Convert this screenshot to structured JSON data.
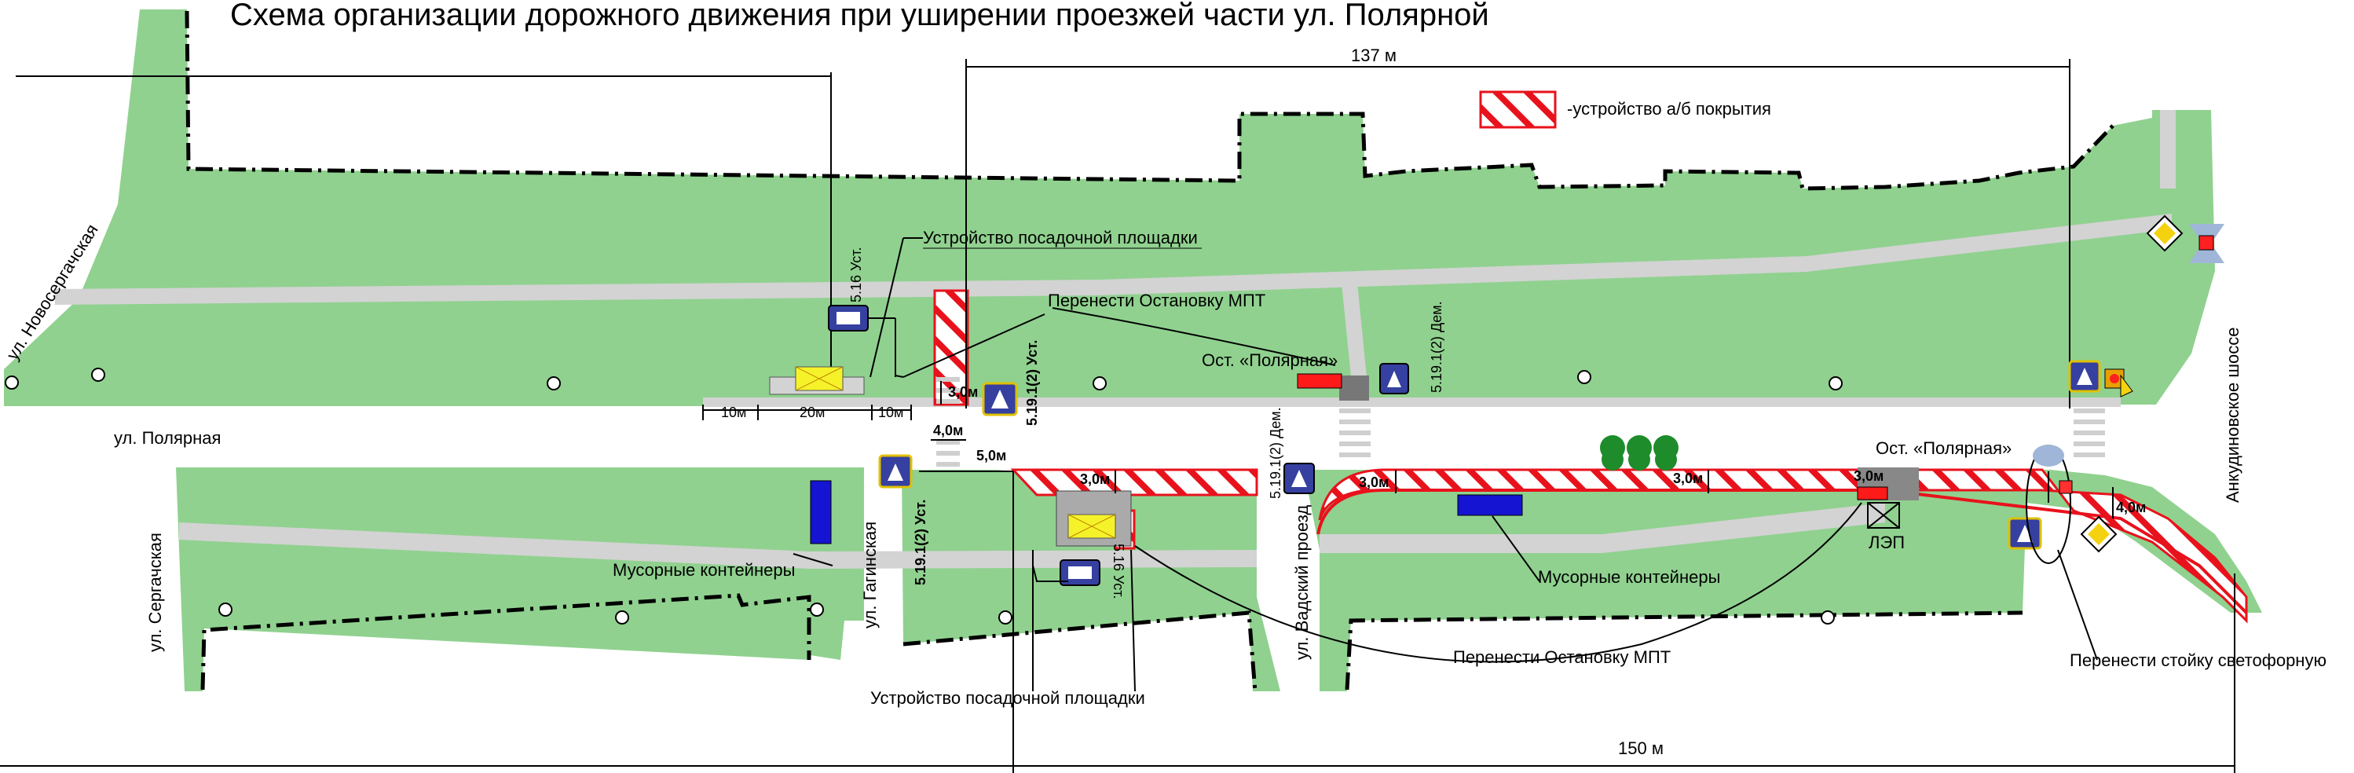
{
  "title": "Схема организации дорожного движения при уширении проезжей части ул. Полярной",
  "legend": {
    "text": "-устройство а/б покрытия",
    "hatch_color": "#e8121c"
  },
  "colors": {
    "green": "#90d18f",
    "road": "#ffffff",
    "path": "#d3d3d3",
    "hatch": "#e8121c",
    "container": "#1414d2",
    "sign_blue": "#3540a0"
  },
  "dimensions": {
    "top_span": "137 м",
    "bottom_span": "150 м",
    "stop_width_3m_a": "3,0м",
    "stop_width_4m_a": "4,0м",
    "gap_5m": "5,0м",
    "stop_width_3m_b": "3,0м",
    "stop_width_3m_c": "3,0м",
    "stop_width_3m_d": "3,0м",
    "stop_width_3m_e": "3,0м",
    "stop_width_4m_b": "4,0м",
    "seg_10m_left": "10м",
    "seg_20m": "20м",
    "seg_10m_right": "10м"
  },
  "streets": {
    "novosergachskaya": "ул. Новосергачская",
    "polyarnaya": "ул. Полярная",
    "sergachskaya": "ул. Сергачская",
    "gaginskaya": "ул. Гагинская",
    "vadsky": "ул. Вадский проезд",
    "ankudinovskoe": "Анкудиновское шоссе"
  },
  "sign_labels": {
    "s516_top": "5.16 Уст.",
    "s5191_top": "5.19.1(2) Уст.",
    "s5191_dem_top": "5.19.1(2) Дем.",
    "s5191_gag": "5.19.1(2) Уст.",
    "s516_bottom": "5.16 Уст.",
    "s5191_dem_vad": "5.19.1(2) Дем."
  },
  "annotations": {
    "landing_top": "Устройство посадочной площадки",
    "move_stop_top": "Перенести Остановку МПТ",
    "stop_polyarnaya_top": "Ост. «Полярная»",
    "stop_polyarnaya_bottom": "Ост. «Полярная»",
    "trash_left": "Мусорные контейнеры",
    "trash_right": "Мусорные контейнеры",
    "landing_bottom": "Устройство посадочной площадки",
    "move_stop_bottom": "Перенести Остановку МПТ",
    "lep": "ЛЭП",
    "move_light": "Перенести стойку светофорную"
  }
}
